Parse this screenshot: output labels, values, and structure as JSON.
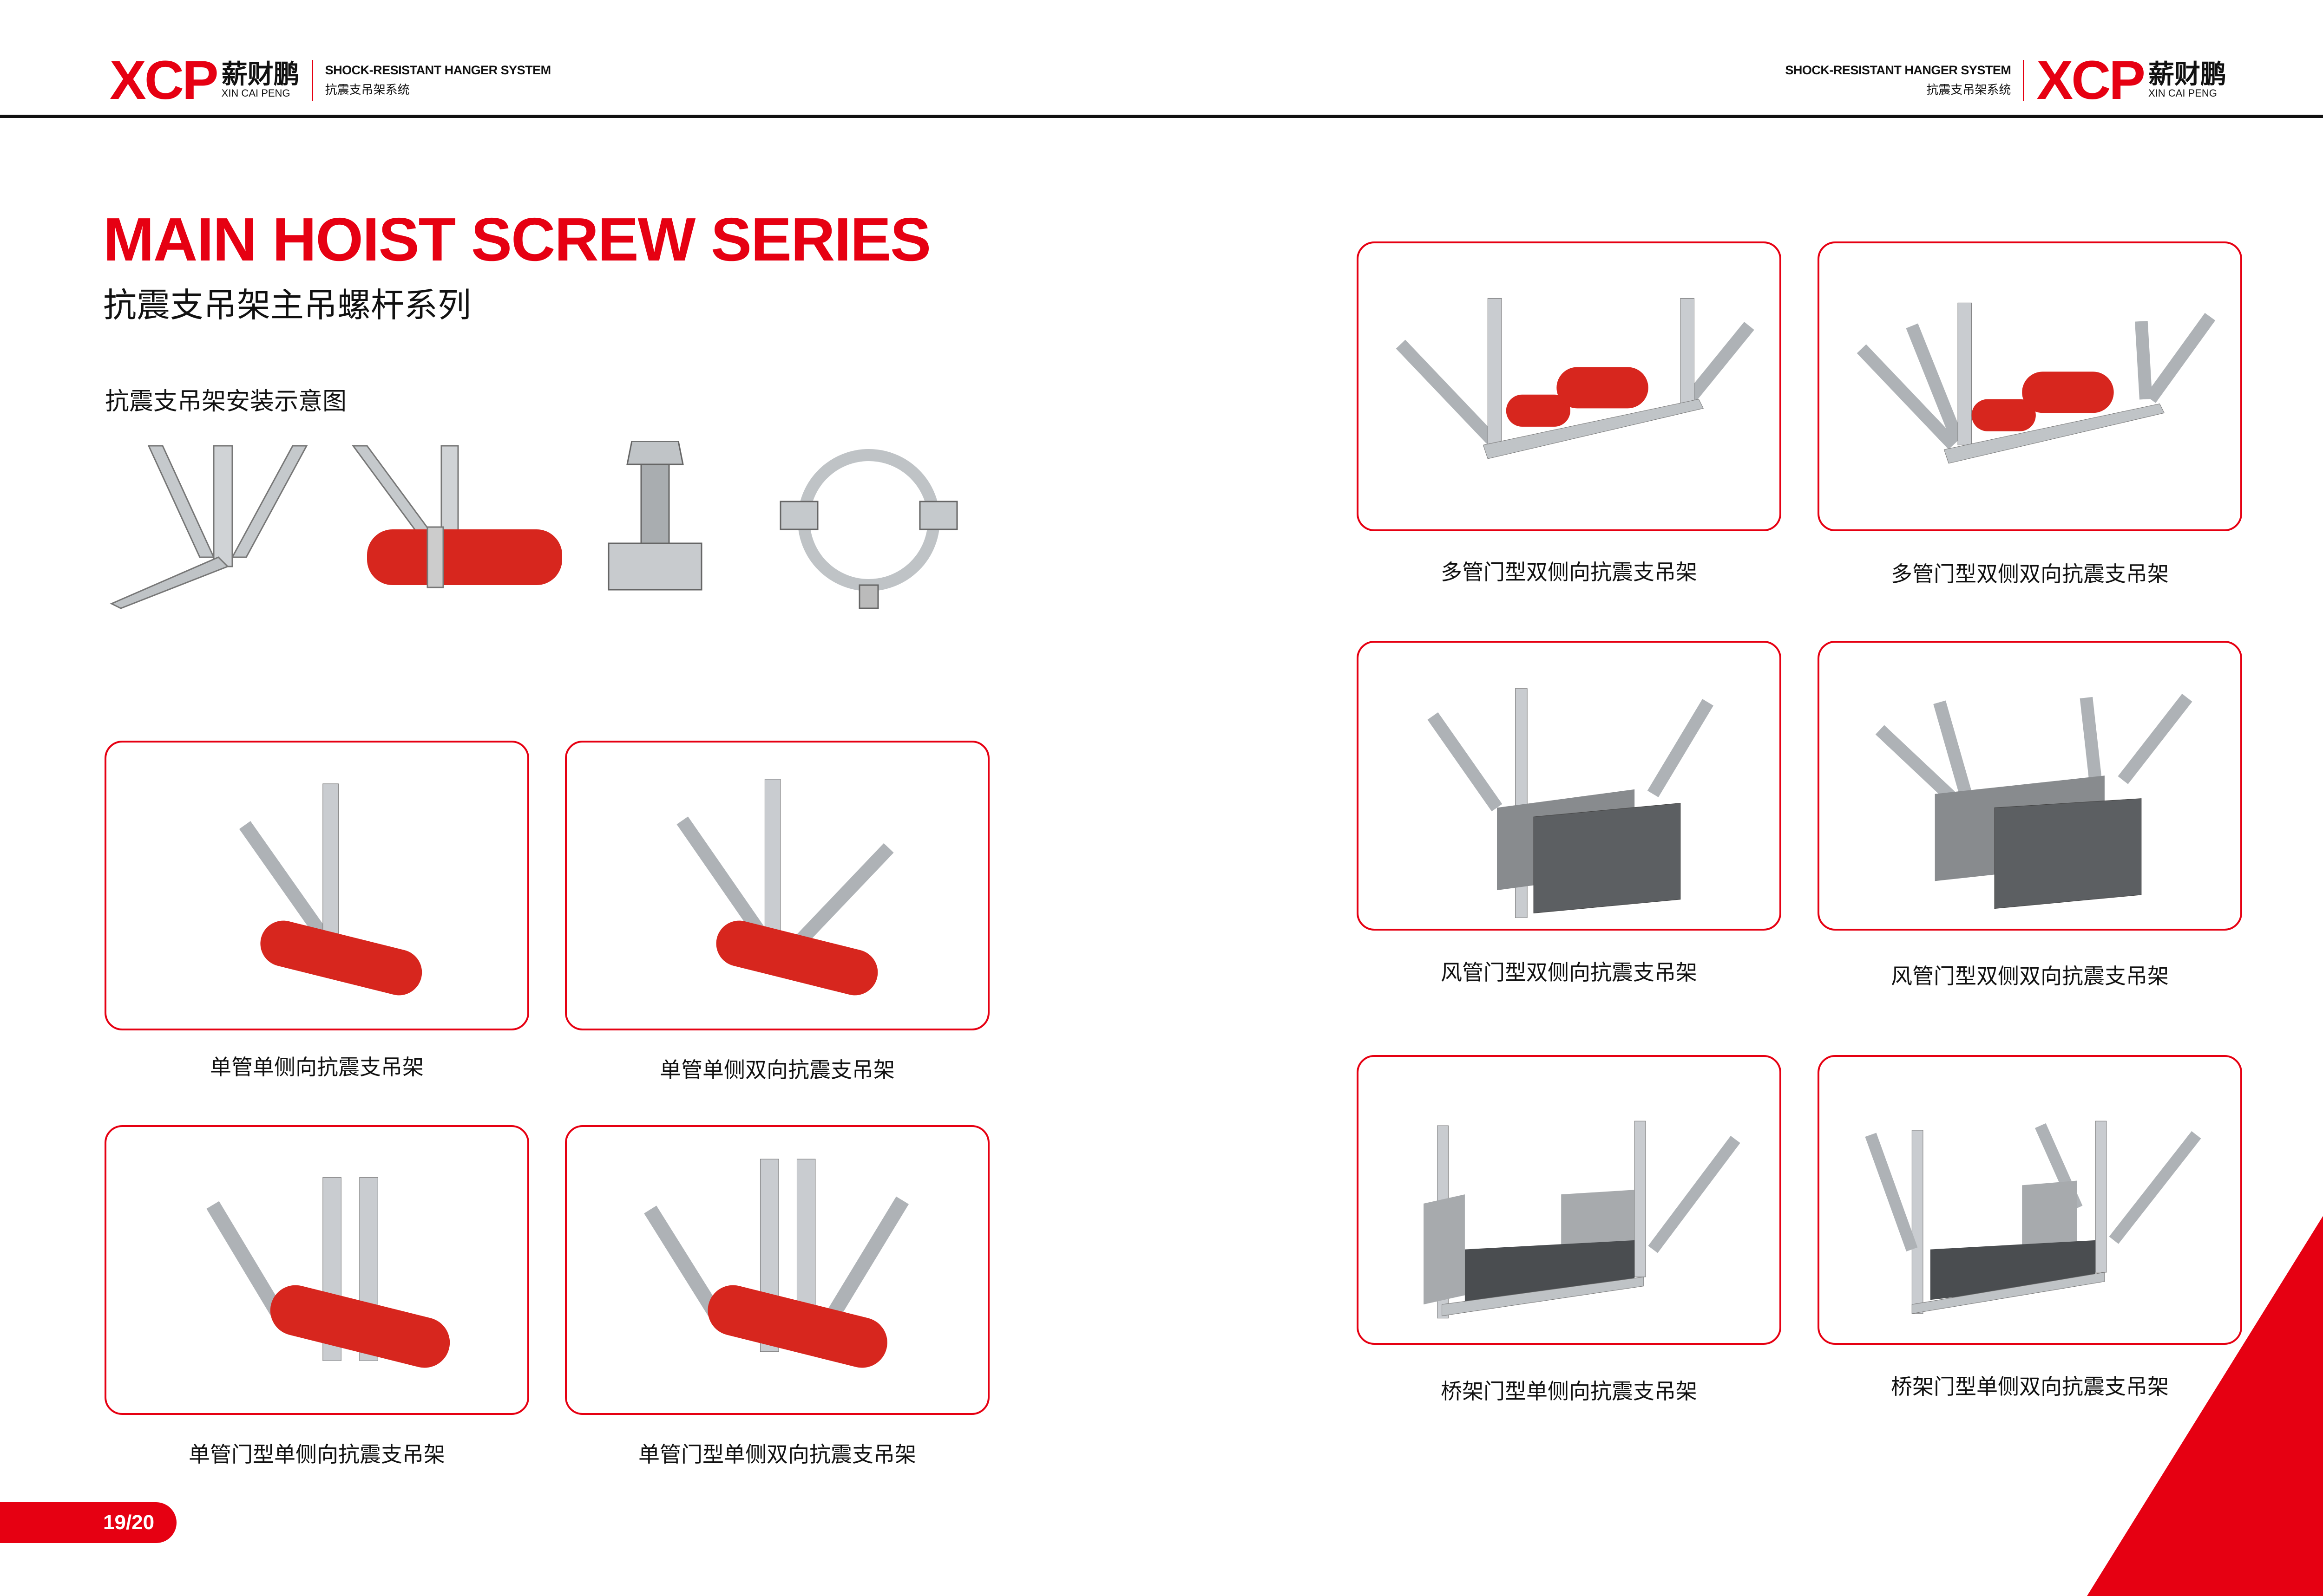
{
  "header": {
    "logo_mark": "XCP",
    "brand_cn": "薪财鹏",
    "brand_en": "XIN CAI PENG",
    "system_en": "SHOCK-RESISTANT HANGER SYSTEM",
    "system_cn": "抗震支吊架系统"
  },
  "title": "MAIN HOIST SCREW SERIES",
  "subtitle": "抗震支吊架主吊螺杆系列",
  "section_title": "抗震支吊架安装示意图",
  "products_left": [
    {
      "label": "单管单侧向抗震支吊架",
      "type": "single-pipe"
    },
    {
      "label": "单管单侧双向抗震支吊架",
      "type": "single-pipe-dual"
    },
    {
      "label": "单管门型单侧向抗震支吊架",
      "type": "gate-pipe"
    },
    {
      "label": "单管门型单侧双向抗震支吊架",
      "type": "gate-pipe-dual"
    }
  ],
  "products_right": [
    {
      "label": "多管门型双侧向抗震支吊架",
      "type": "multi-pipe"
    },
    {
      "label": "多管门型双侧双向抗震支吊架",
      "type": "multi-pipe-dual"
    },
    {
      "label": "风管门型双侧向抗震支吊架",
      "type": "duct"
    },
    {
      "label": "风管门型双侧双向抗震支吊架",
      "type": "duct-dual"
    },
    {
      "label": "桥架门型单侧向抗震支吊架",
      "type": "tray"
    },
    {
      "label": "桥架门型单侧双向抗震支吊架",
      "type": "tray-dual"
    }
  ],
  "page_number": "19/20",
  "colors": {
    "accent": "#e60012",
    "pipe": "#d7261e",
    "steel": "#b8bcc0"
  }
}
